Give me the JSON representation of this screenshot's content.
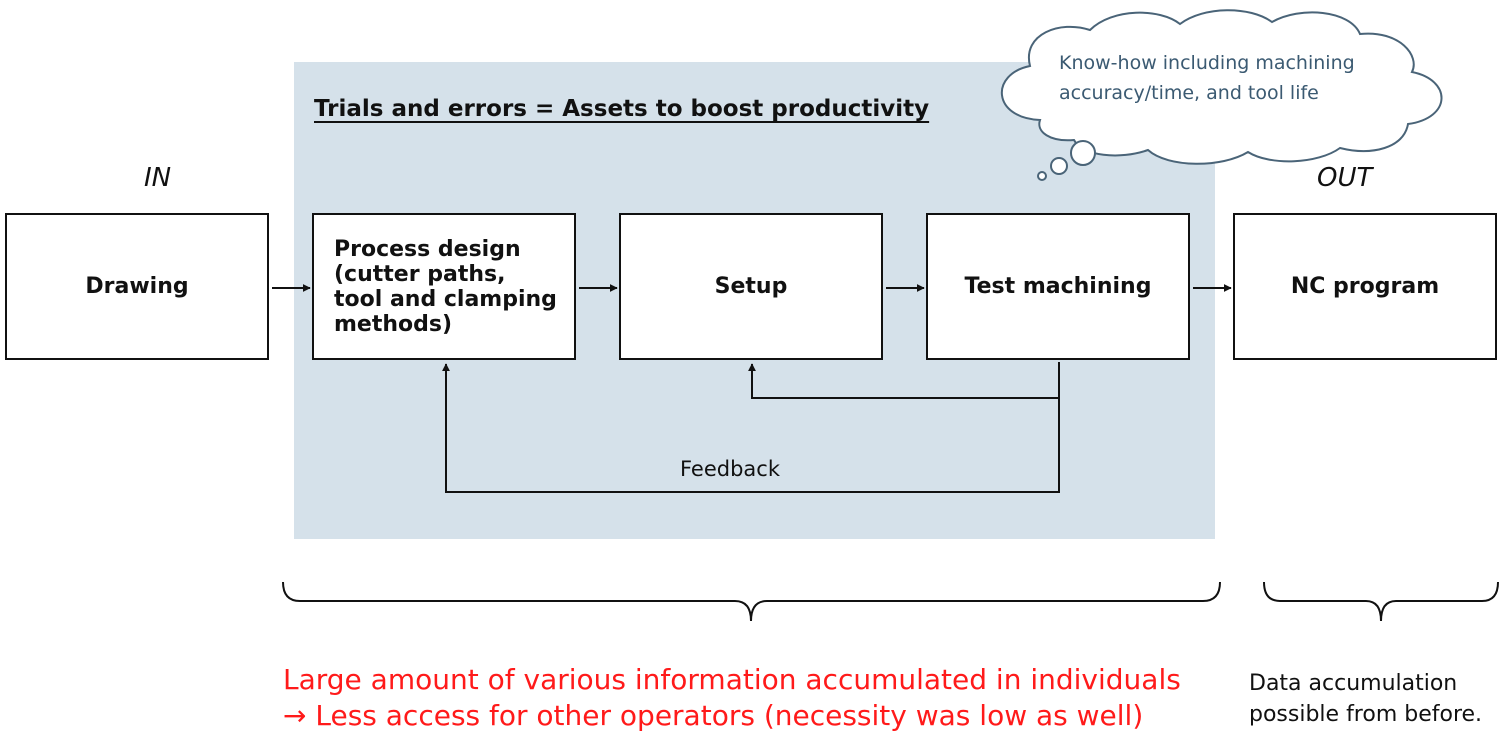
{
  "heading": "Trials and errors = Assets to boost productivity",
  "in_label": "IN",
  "out_label": "OUT",
  "boxes": {
    "drawing": "Drawing",
    "process_design": [
      "Process design",
      "(cutter paths,",
      "tool and clamping",
      "methods)"
    ],
    "setup": "Setup",
    "test_machining": "Test machining",
    "nc_program": "NC program"
  },
  "feedback_label": "Feedback",
  "cloud": [
    "Know-how including machining",
    "accuracy/time, and tool life"
  ],
  "red_text": [
    "Large amount of various information accumulated in individuals",
    "→ Less access for other operators (necessity was low as well)"
  ],
  "note": [
    "Data accumulation",
    "possible from before."
  ]
}
